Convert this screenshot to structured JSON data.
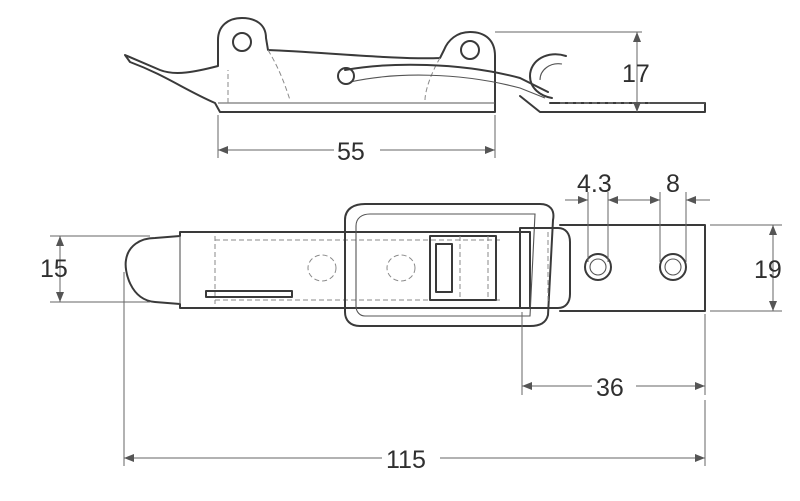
{
  "dimensions": {
    "side_width": "55",
    "side_height": "17",
    "hole_diameter": "4.3",
    "hole_spacing": "8",
    "hasp_width": "15",
    "catch_width": "19",
    "catch_length": "36",
    "overall_length": "115"
  }
}
